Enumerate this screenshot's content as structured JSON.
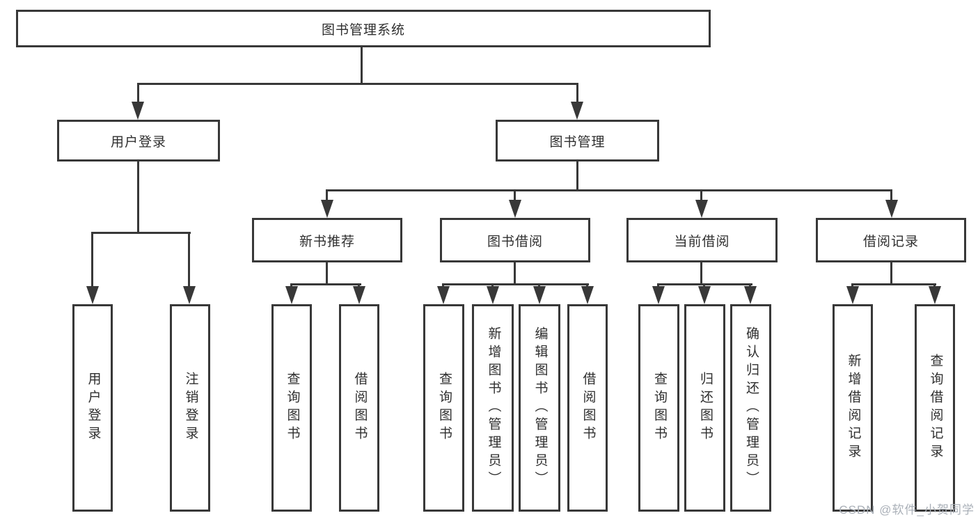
{
  "diagram": {
    "type": "org-tree",
    "root": {
      "label": "图书管理系统"
    },
    "branches": [
      {
        "label": "用户登录",
        "children": [
          {
            "label": "用户登录"
          },
          {
            "label": "注销登录"
          }
        ]
      },
      {
        "label": "图书管理",
        "children": [
          {
            "label": "新书推荐",
            "children": [
              {
                "label": "查询图书"
              },
              {
                "label": "借阅图书"
              }
            ]
          },
          {
            "label": "图书借阅",
            "children": [
              {
                "label": "查询图书"
              },
              {
                "label": "新增图书（管理员）"
              },
              {
                "label": "编辑图书（管理员）"
              },
              {
                "label": "借阅图书"
              }
            ]
          },
          {
            "label": "当前借阅",
            "children": [
              {
                "label": "查询图书"
              },
              {
                "label": "归还图书"
              },
              {
                "label": "确认归还（管理员）"
              }
            ]
          },
          {
            "label": "借阅记录",
            "children": [
              {
                "label": "新增借阅记录"
              },
              {
                "label": "查询借阅记录"
              }
            ]
          }
        ]
      }
    ],
    "colors": {
      "line": "#383838",
      "box_border": "#383838",
      "box_fill": "#ffffff",
      "text": "#2f2f2f"
    }
  },
  "watermark": {
    "text": "CSDN @软件_小贺同学",
    "color": "#aab0b8"
  }
}
